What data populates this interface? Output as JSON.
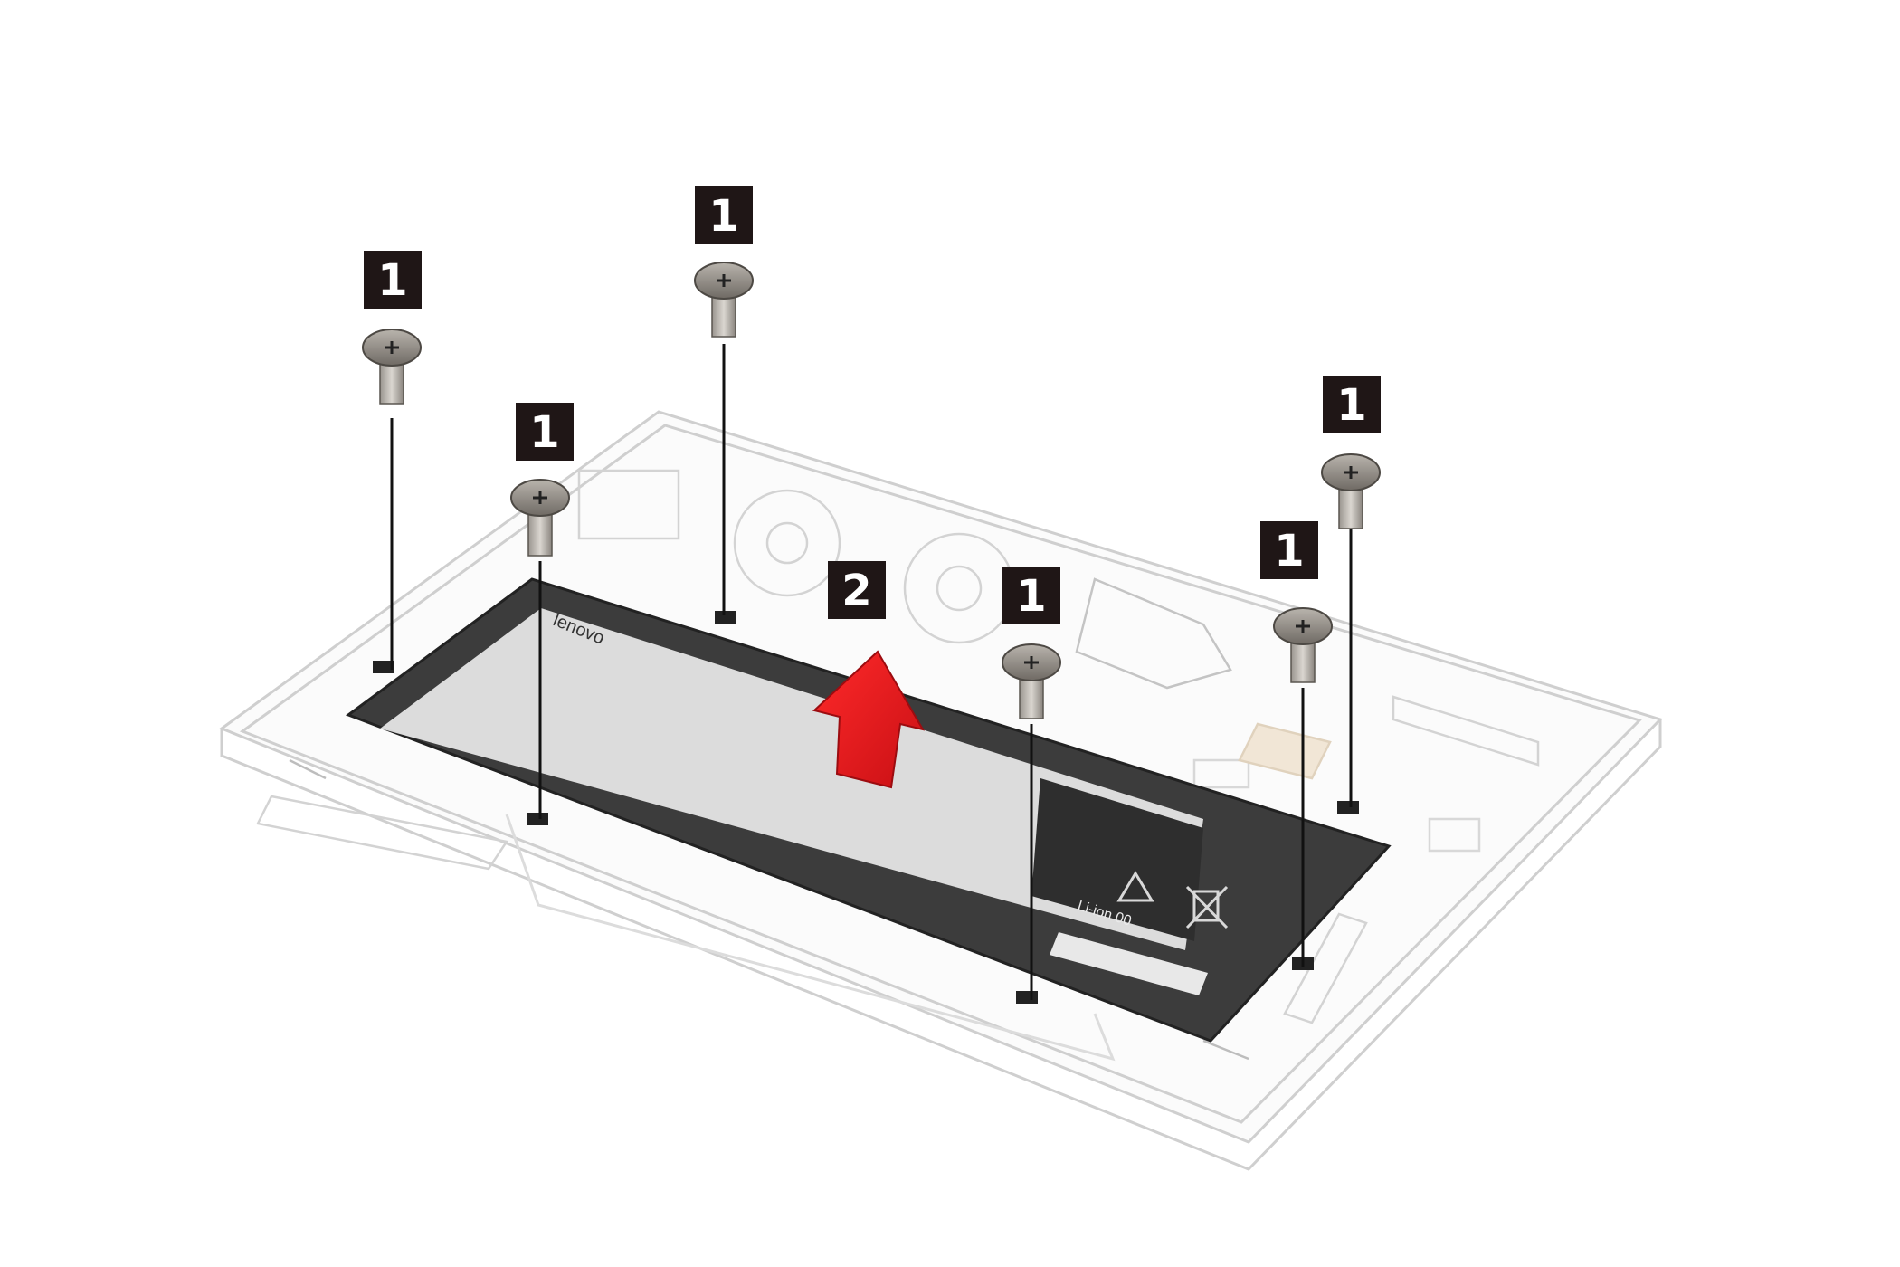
{
  "figure": {
    "battery_brand": "lenovo",
    "battery_model_text": "Li-ion 00",
    "screw_step_label": "1",
    "lift_step_label": "2"
  },
  "callouts": [
    {
      "id": "screw-1",
      "label": "1"
    },
    {
      "id": "screw-2",
      "label": "1"
    },
    {
      "id": "screw-3",
      "label": "1"
    },
    {
      "id": "screw-4",
      "label": "1"
    },
    {
      "id": "screw-5",
      "label": "1"
    },
    {
      "id": "screw-6",
      "label": "1"
    },
    {
      "id": "lift",
      "label": "2"
    }
  ],
  "colors": {
    "frame_outline": "#c9c9c9",
    "battery": "#3c3c3c",
    "label_sticker": "#ededed",
    "badge_bg": "#1f1616",
    "badge_text": "#ffffff",
    "arrow": "#e5191f",
    "screw": "#8a857f"
  }
}
